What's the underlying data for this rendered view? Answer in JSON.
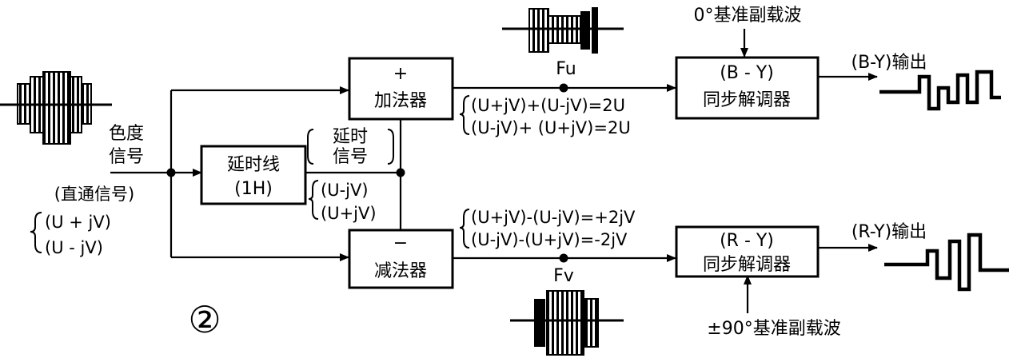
{
  "input": {
    "label_line1": "色度",
    "label_line2": "信号",
    "direct_label": "(直通信号)",
    "eq1": "(U + jV)",
    "eq2": "(U - jV)"
  },
  "delay_line": {
    "line1": "延时线",
    "line2": "(1H)"
  },
  "delayed_signal": {
    "line1": "延时",
    "line2": "信号",
    "eq1": "(U-jV)",
    "eq2": "(U+jV)"
  },
  "adder": {
    "sign": "+",
    "label": "加法器"
  },
  "subtractor": {
    "sign": "−",
    "label": "减法器"
  },
  "adder_out": {
    "node": "Fu",
    "eq1": "(U+jV)+(U-jV)=2U",
    "eq2": "(U-jV)+ (U+jV)=2U"
  },
  "subtractor_out": {
    "node": "Fv",
    "eq1": "(U+jV)-(U-jV)=+2jV",
    "eq2": "(U-jV)-(U+jV)=-2jV"
  },
  "demod_top": {
    "line1": "(B - Y)",
    "line2": "同步解调器",
    "carrier": "0°基准副载波",
    "output": "(B-Y)输出"
  },
  "demod_bottom": {
    "line1": "(R - Y)",
    "line2": "同步解调器",
    "carrier": "±90°基准副载波",
    "output": "(R-Y)输出"
  },
  "figure_number": "②"
}
